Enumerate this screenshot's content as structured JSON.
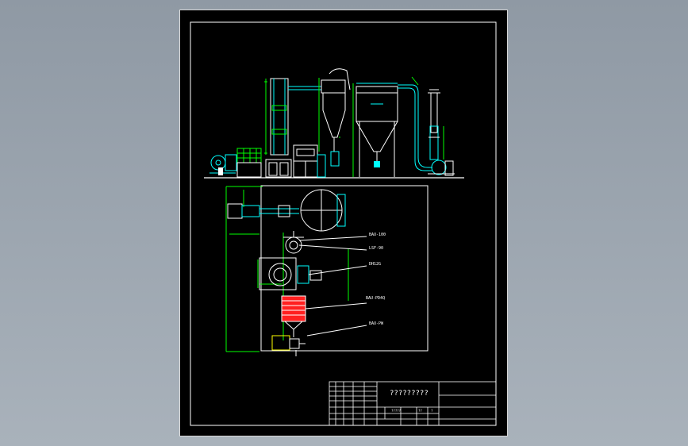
{
  "drawing": {
    "title_block_name": "?????????",
    "callouts": [
      "BAU-100",
      "LSF-90",
      "DH12G",
      "BAU-PD4Q",
      "BAU-PW"
    ],
    "title_block_cells": [
      "?????",
      "??",
      "?"
    ],
    "colors": {
      "background": "#000000",
      "line": "#ffffff",
      "equipment": "#00ffff",
      "dimension": "#00ff00",
      "heater": "#ff2020",
      "accent": "#ffff00"
    }
  }
}
